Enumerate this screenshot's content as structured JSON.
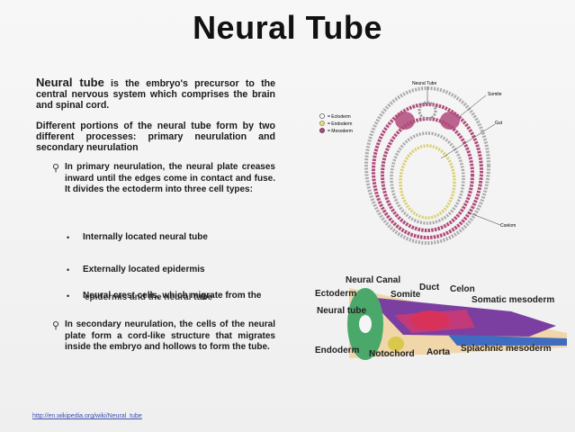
{
  "slide": {
    "title": "Neural Tube",
    "para1_lead": "Neural tube",
    "para1_rest": " is the embryo's precursor to the central nervous system which comprises the brain and spinal cord.",
    "para2": "Different portions of the neural tube form by two different processes: primary neurulation and secondary neurulation",
    "sub1": "In primary neurulation, the neural plate creases inward until the edges come in contact and fuse. It divides the ectoderm into three cell types:",
    "bullets": [
      "Internally located neural tube",
      "Externally located epidermis",
      "Neural crest cells, which migrate from the"
    ],
    "bullet3_overlap": "epidermis and the neural tube",
    "sub2": "In secondary neurulation, the cells of the neural plate form a cord-like structure that migrates inside the embryo and hollows to form the tube.",
    "link": "http://en.wikipedia.org/wiki/Neural_tube"
  },
  "diagram1": {
    "labels": {
      "top": "Neural Tube",
      "somite": "Somite",
      "gut": "Gut",
      "coelom": "Coelom"
    },
    "legend": [
      "= Ectoderm",
      "= Endoderm",
      "= Mesoderm"
    ],
    "colors": {
      "ectoderm": "#ffffff",
      "endoderm": "#e6e08a",
      "mesoderm": "#b04a7a"
    }
  },
  "diagram2": {
    "labels": {
      "neural_canal": "Neural Canal",
      "ectoderm": "Ectoderm",
      "somite": "Somite",
      "duct": "Duct",
      "celon": "Celon",
      "somatic": "Somatic mesoderm",
      "neural_tube": "Neural tube",
      "endoderm": "Endoderm",
      "notochord": "Notochord",
      "aorta": "Aorta",
      "splanchnic": "Splachnic mesoderm"
    }
  }
}
